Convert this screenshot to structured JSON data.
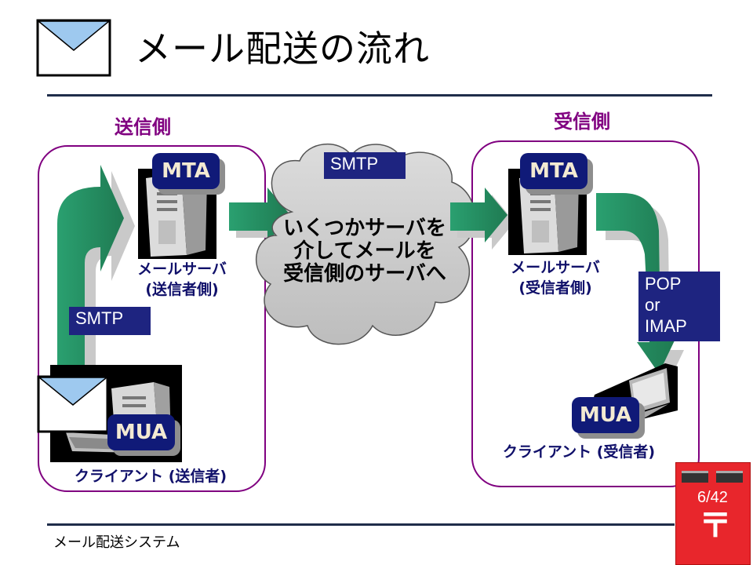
{
  "title": "メール配送の流れ",
  "sender_side": {
    "label": "送信側",
    "server_badge": "MTA",
    "server_caption_1": "メールサーバ",
    "server_caption_2": "(送信者側)",
    "client_badge": "MUA",
    "client_caption": "クライアント (送信者)",
    "protocol": "SMTP"
  },
  "middle": {
    "protocol": "SMTP",
    "cloud_lines": [
      "いくつかサーバを",
      "介してメールを",
      "受信側のサーバへ"
    ]
  },
  "receiver_side": {
    "label": "受信側",
    "server_badge": "MTA",
    "server_caption_1": "メールサーバ",
    "server_caption_2": "(受信者側)",
    "client_badge": "MUA",
    "client_caption": "クライアント (受信者)",
    "protocol_lines": [
      "POP",
      "or",
      "IMAP"
    ]
  },
  "footer": "メール配送システム",
  "page_number": "6/42",
  "postbox_symbol": "〒",
  "colors": {
    "accent_purple": "#800080",
    "badge_navy": "#101a78",
    "arrow_green": "#2e9a6c",
    "postbox_red": "#e8262c",
    "rule_navy": "#1f2d4a"
  },
  "icons": [
    "envelope-icon",
    "server-icon",
    "desktop-computer-icon",
    "laptop-icon",
    "cloud-icon",
    "postbox-icon"
  ]
}
